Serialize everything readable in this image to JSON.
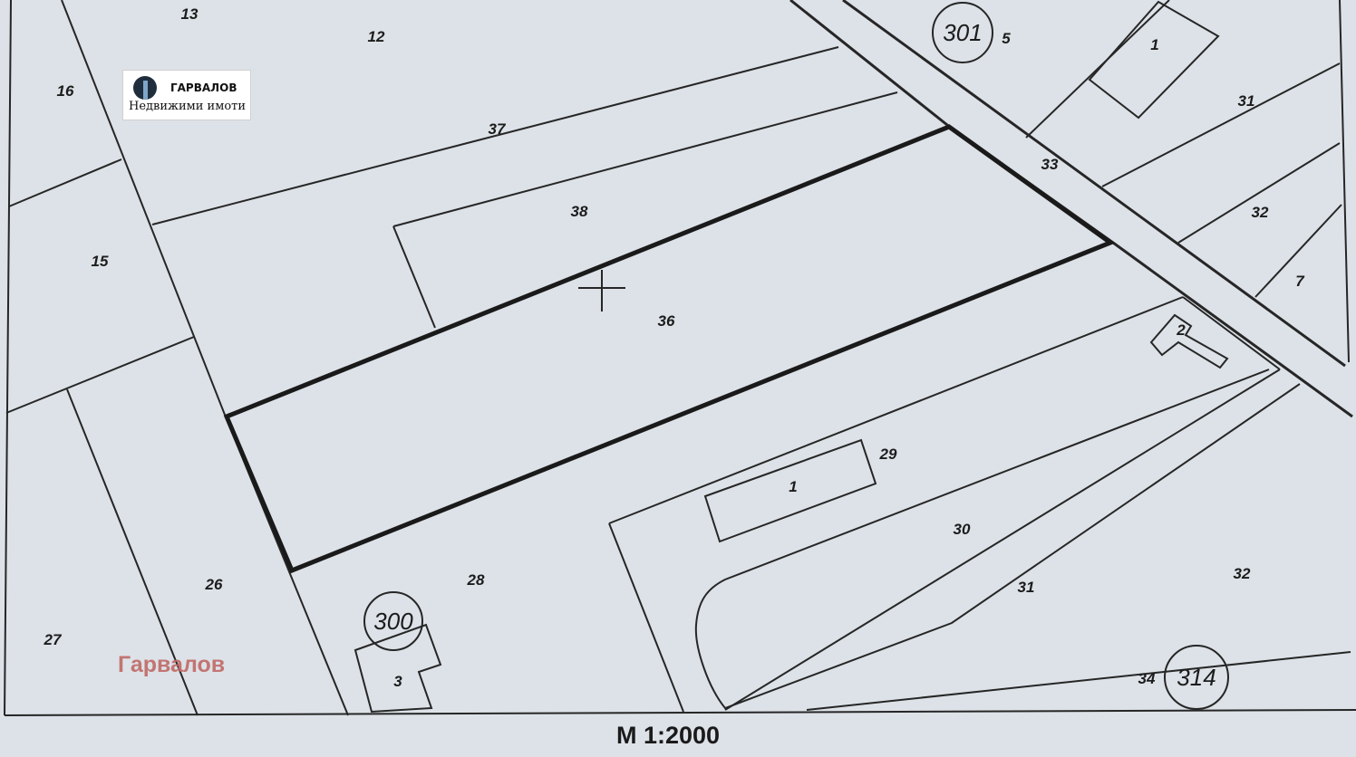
{
  "brand": {
    "name": "ГАРВАЛОВ",
    "subtitle": "Недвижими имоти",
    "watermark": "Гарвалов",
    "colors": {
      "watermark": "#c06a66",
      "logo_mark": "#1f2d3d"
    }
  },
  "map": {
    "scale": "М 1:2000",
    "plot_numbers": {
      "p13": "13",
      "p12": "12",
      "p16": "16",
      "p37": "37",
      "p38": "38",
      "p15": "15",
      "p36": "36",
      "p26": "26",
      "p27": "27",
      "p28": "28",
      "p3": "3",
      "p29": "29",
      "p1_building_bottom": "1",
      "p30": "30",
      "p31_bottom": "31",
      "p32_bottom": "32",
      "p34": "34",
      "p2_building": "2",
      "p7": "7",
      "p32_top": "32",
      "p31_top": "31",
      "p33": "33",
      "p1_building_top": "1",
      "p5": "5"
    },
    "circled_numbers": {
      "c301": "301",
      "c300": "300",
      "c314": "314"
    },
    "colors": {
      "paper": "#dde2e8",
      "lines": "#262626"
    }
  }
}
